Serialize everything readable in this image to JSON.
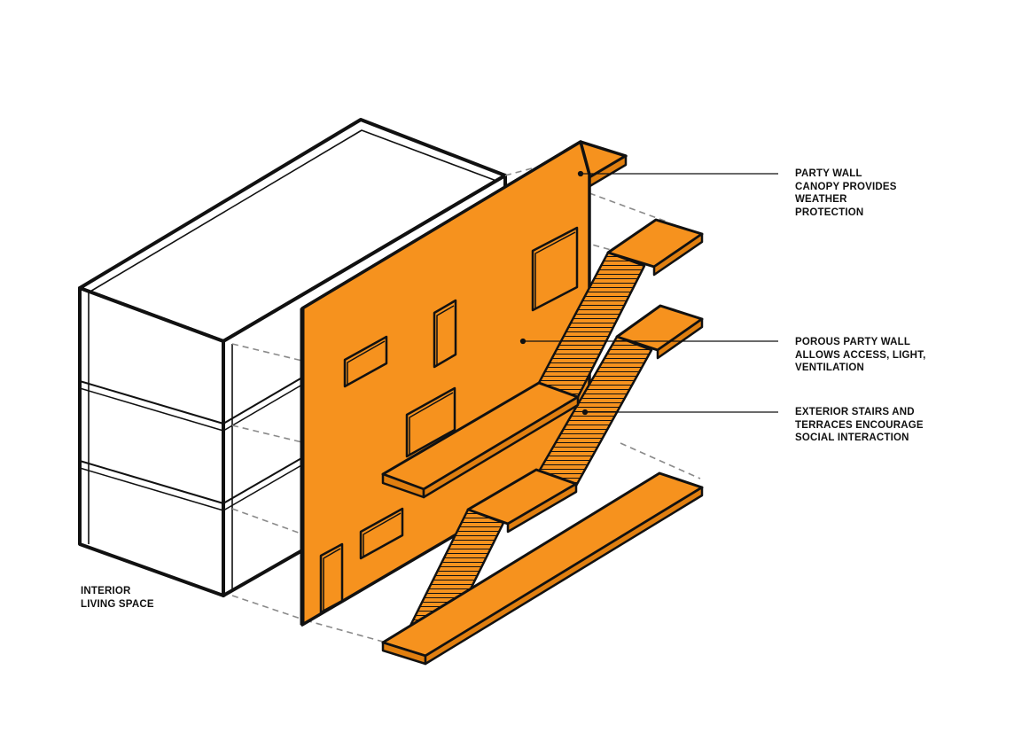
{
  "colors": {
    "accent": "#f6921e",
    "stroke": "#111111",
    "building_fill": "#ffffff",
    "dashed_leader": "#8a8a8a"
  },
  "labels": {
    "canopy": [
      "PARTY WALL",
      "CANOPY PROVIDES",
      "WEATHER",
      "PROTECTION"
    ],
    "porous_wall": [
      "POROUS PARTY WALL",
      "ALLOWS ACCESS, LIGHT,",
      "VENTILATION"
    ],
    "stairs": [
      "EXTERIOR STAIRS AND",
      "TERRACES ENCOURAGE",
      "SOCIAL INTERACTION"
    ],
    "interior": [
      "INTERIOR",
      "LIVING SPACE"
    ]
  }
}
